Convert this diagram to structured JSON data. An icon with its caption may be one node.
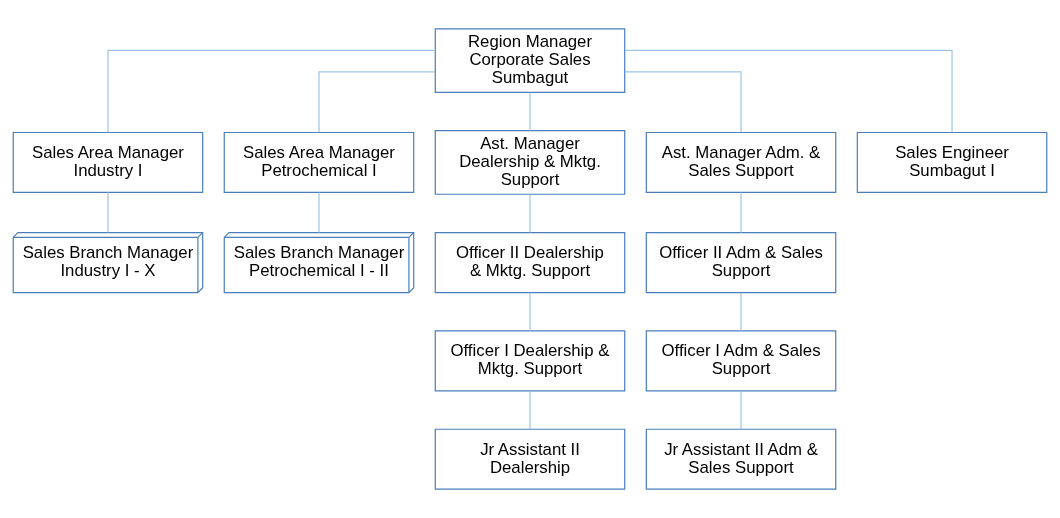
{
  "diagram": {
    "nodes": [
      {
        "text": [
          "Region Manager Corporate Sales Sumbagut"
        ]
      },
      {
        "text": [
          "Sales Area Manager Industry I"
        ]
      },
      {
        "text": [
          "Sales Area Manager Petrochemical I"
        ]
      },
      {
        "text": [
          "Ast. Manager Dealership & Mktg. Support"
        ]
      },
      {
        "text": [
          "Ast. Manager Adm. & Sales Support"
        ]
      },
      {
        "text": [
          "Sales Engineer Sumbagut I"
        ]
      },
      {
        "text": [
          "Sales Branch Manager Industry I - X"
        ]
      },
      {
        "text": [
          "Sales Branch Manager Petrochemical I - II"
        ]
      },
      {
        "text": [
          "Officer II Dealership & Mktg. Support"
        ]
      },
      {
        "text": [
          "Officer I Dealership & Mktg. Support"
        ]
      },
      {
        "text": [
          "Jr Assistant II Dealership"
        ]
      },
      {
        "text": [
          "Officer II Adm & Sales Support"
        ]
      },
      {
        "text": [
          "Officer I Adm & Sales Support"
        ]
      },
      {
        "text": [
          "Jr Assistant II Adm & Sales Support"
        ]
      }
    ],
    "edges": [
      {
        "from": 0,
        "to": 1,
        "arrow": "none"
      },
      {
        "from": 0,
        "to": 2,
        "arrow": "none"
      },
      {
        "from": 0,
        "to": 3,
        "arrow": "none"
      },
      {
        "from": 0,
        "to": 4,
        "arrow": "none"
      },
      {
        "from": 0,
        "to": 5,
        "arrow": "none"
      },
      {
        "from": 1,
        "to": 6,
        "arrow": "none"
      },
      {
        "from": 2,
        "to": 7,
        "arrow": "none"
      },
      {
        "from": 3,
        "to": 8,
        "arrow": "none"
      },
      {
        "from": 8,
        "to": 9,
        "arrow": "none"
      },
      {
        "from": 9,
        "to": 10,
        "arrow": "none"
      },
      {
        "from": 4,
        "to": 11,
        "arrow": "none"
      },
      {
        "from": 11,
        "to": 12,
        "arrow": "none"
      },
      {
        "from": 12,
        "to": 13,
        "arrow": "none"
      }
    ]
  }
}
